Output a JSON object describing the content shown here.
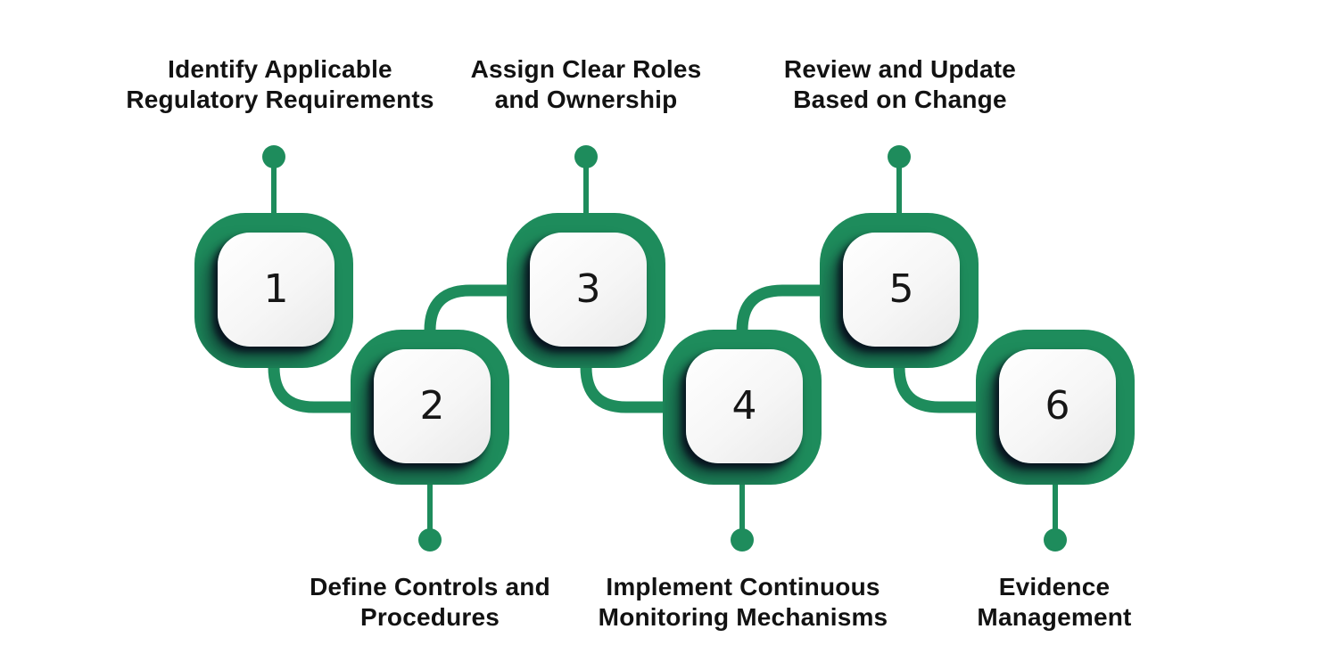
{
  "diagram": {
    "type": "process-flow",
    "colors": {
      "green": "#1e8c5c",
      "shadow_navy": "#0a1624",
      "text": "#121212",
      "card": "#f4f4f4",
      "background": "#ffffff"
    },
    "steps": [
      {
        "number": "1",
        "label_line1": "Identify Applicable",
        "label_line2": "Regulatory Requirements",
        "label_position": "top"
      },
      {
        "number": "2",
        "label_line1": "Define Controls and",
        "label_line2": "Procedures",
        "label_position": "bottom"
      },
      {
        "number": "3",
        "label_line1": "Assign Clear Roles",
        "label_line2": "and Ownership",
        "label_position": "top"
      },
      {
        "number": "4",
        "label_line1": "Implement Continuous",
        "label_line2": "Monitoring Mechanisms",
        "label_position": "bottom"
      },
      {
        "number": "5",
        "label_line1": "Review and Update",
        "label_line2": "Based on Change",
        "label_position": "top"
      },
      {
        "number": "6",
        "label_line1": "Evidence",
        "label_line2": "Management",
        "label_position": "bottom"
      }
    ]
  }
}
